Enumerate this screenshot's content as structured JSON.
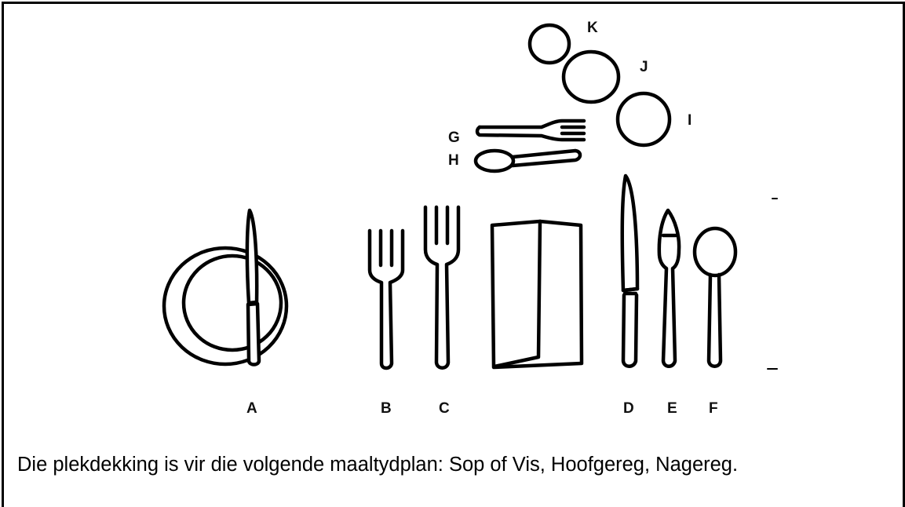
{
  "labels": {
    "a": "A",
    "b": "B",
    "c": "C",
    "d": "D",
    "e": "E",
    "f": "F",
    "g": "G",
    "h": "H",
    "i": "I",
    "j": "J",
    "k": "K"
  },
  "caption": "Die plekdekking is vir die volgende maaltydplan:  Sop of Vis, Hoofgereg, Nagereg.",
  "colors": {
    "ink": "#000000",
    "background": "#ffffff"
  }
}
